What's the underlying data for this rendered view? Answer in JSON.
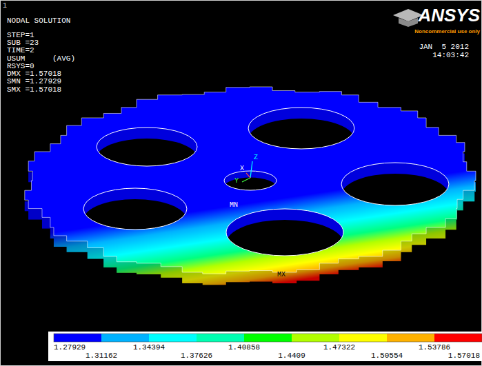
{
  "diagram": {
    "labels": [
      "1",
      "NODAL SOLUTION",
      "STEP=1",
      "SUB =23",
      "TIME=2",
      "USUM      (AVG)",
      "RSYS=0",
      "DMX =1.57018",
      "SMN =1.27929",
      "SMX =1.57018",
      "ANSYS",
      "Noncommercial use only",
      "JAN  5 2012",
      "14:03:42",
      "Z",
      "X",
      "Y",
      "MN",
      "MX",
      "1.27929",
      "1.31162",
      "1.34394",
      "1.37626",
      "1.40858",
      "1.4409",
      "1.47322",
      "1.50554",
      "1.53786",
      "1.57018"
    ]
  }
}
